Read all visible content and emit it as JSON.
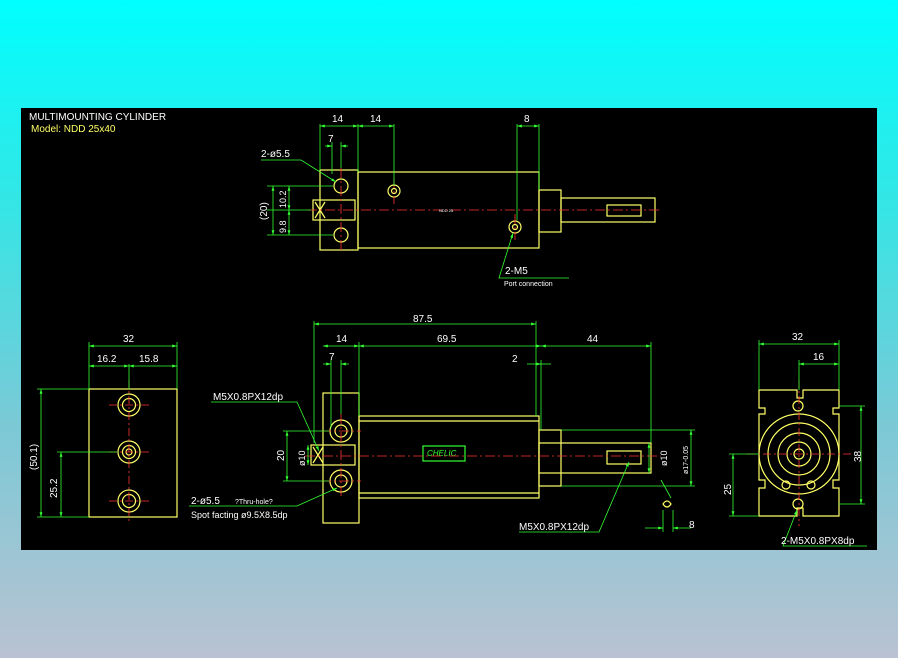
{
  "header": {
    "title": "MULTIMOUNTING CYLINDER",
    "model": "Model: NDD 25x40"
  },
  "colors": {
    "background": "#000000",
    "outline": "#ffff66",
    "dimension": "#33ff33",
    "centerline": "#ff3333",
    "annotation": "#ffffff"
  },
  "top_view": {
    "dim_14a": "14",
    "dim_14b": "14",
    "dim_8": "8",
    "dim_7": "7",
    "hole_note": "2-ø5.5",
    "dim_20": "(20)",
    "dim_10_2": "10.2",
    "dim_9_8": "9.8",
    "port_note": "2-M5",
    "port_caption": "Port connection",
    "body_text": "NDD 25"
  },
  "left_view": {
    "dim_32": "32",
    "dim_16_2": "16.2",
    "dim_15_8": "15.8",
    "dim_50_1": "(50.1)",
    "dim_25_2": "25.2"
  },
  "front_view": {
    "dim_87_5": "87.5",
    "dim_14": "14",
    "dim_69_5": "69.5",
    "dim_44": "44",
    "dim_7": "7",
    "dim_2": "2",
    "thread_note_left": "M5X0.8PX12dp",
    "dim_20": "20",
    "dia_10_left": "ø10",
    "dia_10_right": "ø10",
    "dia_17": "ø17-0.05",
    "hole_note": "2-ø5.5",
    "thru_note": "?Thru-hole?",
    "spot_note": "Spot facting ø9.5X8.5dp",
    "thread_note_right": "M5X0.8PX12dp",
    "dim_8": "8",
    "brand": "CHELIC"
  },
  "right_view": {
    "dim_32": "32",
    "dim_16": "16",
    "dim_38": "38",
    "dim_25": "25",
    "thread_note": "2-M5X0.8PX8dp"
  }
}
